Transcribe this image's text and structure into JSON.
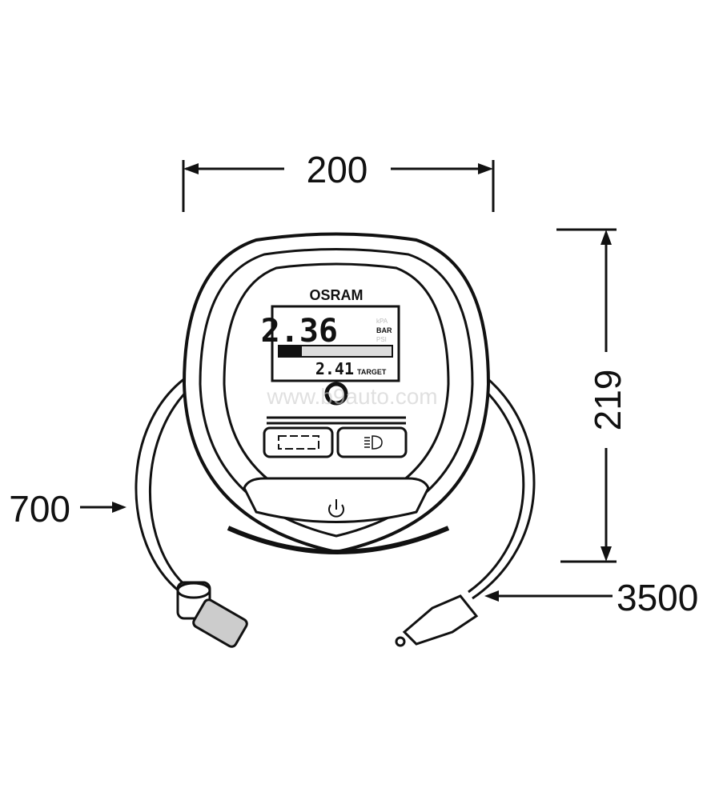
{
  "dimensions": {
    "width": "200",
    "height": "219",
    "hose_length": "700",
    "cable_length": "3500"
  },
  "device": {
    "brand": "OSRAM",
    "display": {
      "pressure_value": "2.36",
      "units": [
        "kPA",
        "BAR",
        "PSI"
      ],
      "active_unit": "BAR",
      "target_value": "2.41",
      "target_label": "TARGET",
      "progress_fraction": 0.2
    },
    "icons": [
      "unit-toggle-icon",
      "light-icon",
      "power-icon"
    ]
  },
  "watermark": "www.b9auto.com",
  "colors": {
    "line": "#111111",
    "lcd_dim": "#bbbbbb"
  }
}
